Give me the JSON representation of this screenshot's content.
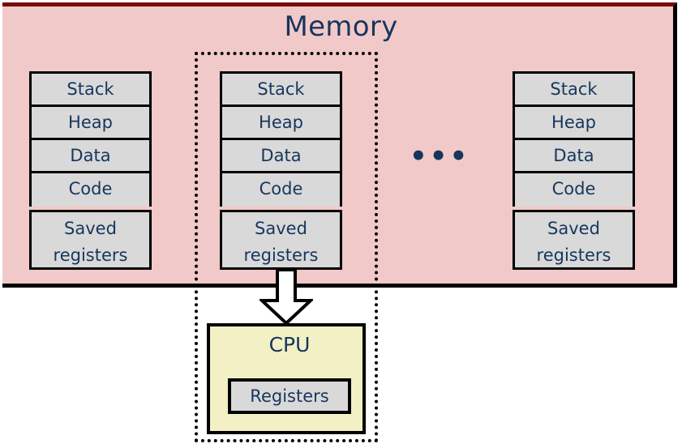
{
  "diagram": {
    "title": "Memory",
    "ellipsis": "•••",
    "colors": {
      "memory_fill": "#F2C9C9",
      "memory_border_top": "#7B0B0B",
      "memory_border": "#000000",
      "segment_fill": "#D9D9D9",
      "cpu_fill": "#F2F0C4",
      "text": "#17365D",
      "dotted_frame": "#000000",
      "arrow_fill": "#FFFFFF"
    },
    "processes": [
      {
        "id": "process-1",
        "segments": [
          "Stack",
          "Heap",
          "Data",
          "Code"
        ],
        "saved_registers": {
          "line1": "Saved",
          "line2": "registers"
        }
      },
      {
        "id": "process-2",
        "segments": [
          "Stack",
          "Heap",
          "Data",
          "Code"
        ],
        "saved_registers": {
          "line1": "Saved",
          "line2": "registers"
        }
      },
      {
        "id": "process-n",
        "segments": [
          "Stack",
          "Heap",
          "Data",
          "Code"
        ],
        "saved_registers": {
          "line1": "Saved",
          "line2": "registers"
        }
      }
    ],
    "cpu": {
      "label": "CPU",
      "registers_label": "Registers"
    }
  }
}
